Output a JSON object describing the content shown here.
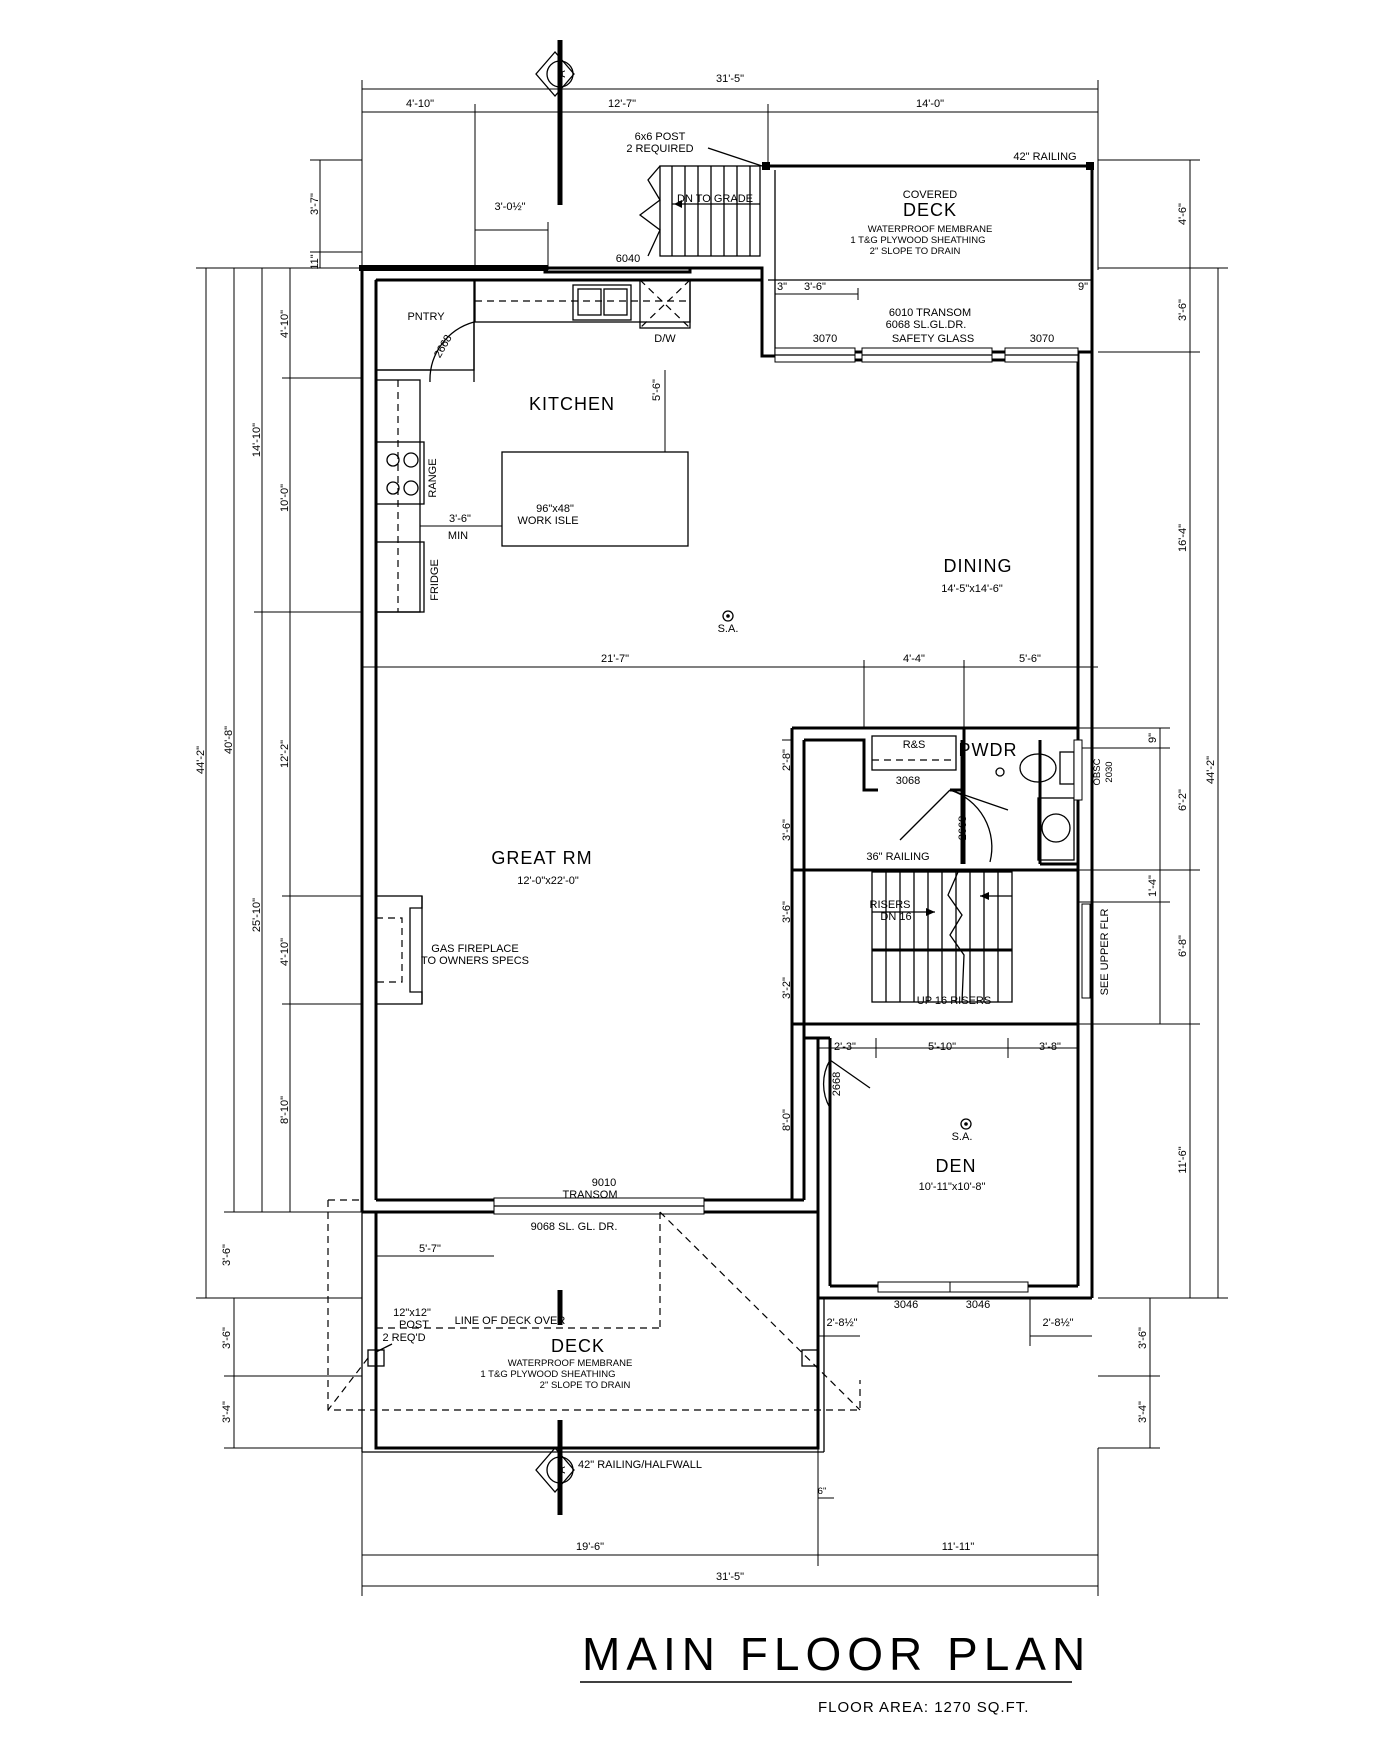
{
  "title": "MAIN FLOOR PLAN",
  "floor_area": "FLOOR AREA:  1270  SQ.FT.",
  "section_marker": "A",
  "rooms": {
    "kitchen": "KITCHEN",
    "pantry": "PNTRY",
    "dining": "DINING",
    "dining_size": "14'-5\"x14'-6\"",
    "great_rm": "GREAT RM",
    "great_rm_size": "12'-0\"x22'-0\"",
    "den": "DEN",
    "den_size": "10'-11\"x10'-8\"",
    "pwdr": "PWDR",
    "covered": "COVERED",
    "deck_top": "DECK",
    "deck_bottom": "DECK"
  },
  "notes": {
    "post_6x6": "6x6 POST",
    "post_6x6_req": "2 REQUIRED",
    "railing_42": "42\" RAILING",
    "dn_to_grade": "DN TO GRADE",
    "waterproof_top": "WATERPROOF MEMBRANE",
    "plywood_top": "1 T&G PLYWOOD SHEATHING",
    "slope_top": "2\" SLOPE TO DRAIN",
    "transom_6010": "6010 TRANSOM",
    "door_6068": "6068 SL.GL.DR.",
    "safety_glass": "SAFETY GLASS",
    "win_3070_a": "3070",
    "win_3070_b": "3070",
    "win_6040": "6040",
    "dw": "D/W",
    "door_2668_pantry": "2668",
    "range": "RANGE",
    "fridge": "FRIDGE",
    "isle_size": "96\"x48\"",
    "work_isle": "WORK ISLE",
    "isle_clear": "3'-6\"",
    "isle_min": "MIN",
    "sa_1": "S.A.",
    "sa_2": "S.A.",
    "rs": "R&S",
    "door_3068": "3068",
    "door_2668_pwdr": "2668",
    "obsc": "OBSC",
    "win_2030": "2030",
    "railing_36": "36\" RAILING",
    "risers_dn": "RISERS",
    "dn_16": "DN 16",
    "up_16": "UP 16 RISERS",
    "see_upper": "SEE UPPER FLR",
    "fireplace": "GAS FIREPLACE",
    "fireplace_2": "TO OWNERS SPECS",
    "transom_9010": "9010",
    "transom_label": "TRANSOM",
    "door_9068": "9068 SL. GL. DR.",
    "door_2668_den": "2668",
    "win_3046_a": "3046",
    "win_3046_b": "3046",
    "post_12x12": "12\"x12\"",
    "post_label": "POST",
    "post_req": "2 REQ'D",
    "line_deck_over": "LINE OF DECK OVER",
    "waterproof_bot": "WATERPROOF MEMBRANE",
    "plywood_bot": "1 T&G PLYWOOD SHEATHING",
    "slope_bot": "2\" SLOPE TO DRAIN",
    "railing_halfwall": "42\" RAILING/HALFWALL"
  },
  "dims": {
    "top_overall": "31'-5\"",
    "top_a": "4'-10\"",
    "top_b": "12'-7\"",
    "top_c": "14'-0\"",
    "stair_off": "3'-0½\"",
    "left_a": "3'-7\"",
    "left_b": "11\"",
    "left_c": "4'-10\"",
    "left_d": "14'-10\"",
    "left_e": "10'-0\"",
    "left_f": "40'-8\"",
    "left_g": "44'-2\"",
    "left_h": "12'-2\"",
    "left_i": "25'-10\"",
    "left_j": "4'-10\"",
    "left_k": "8'-10\"",
    "left_l": "3'-6\"",
    "left_m": "3'-6\"",
    "left_n": "3'-4\"",
    "kit_5_6": "5'-6\"",
    "deck_3": "3\"",
    "deck_36": "3'-6\"",
    "deck_9": "9\"",
    "mid_21_7": "21'-7\"",
    "mid_4_4": "4'-4\"",
    "mid_5_6": "5'-6\"",
    "in_2_8": "2'-8\"",
    "in_3_6a": "3'-6\"",
    "in_3_6b": "3'-6\"",
    "in_3_2": "3'-2\"",
    "in_8_0": "8'-0\"",
    "den_2_3": "2'-3\"",
    "den_5_10": "5'-10\"",
    "den_3_8": "3'-8\"",
    "right_4_6": "4'-6\"",
    "right_3_6": "3'-6\"",
    "right_16_4": "16'-4\"",
    "right_9": "9\"",
    "right_6_2": "6'-2\"",
    "right_44_2": "44'-2\"",
    "right_1_4": "1'-4\"",
    "right_6_8": "6'-8\"",
    "right_11_6": "11'-6\"",
    "right_3_6b": "3'-6\"",
    "right_3_4": "3'-4\"",
    "deck_5_7": "5'-7\"",
    "deck_2_8a": "2'-8½\"",
    "deck_2_8b": "2'-8½\"",
    "deck_6": "6\"",
    "bot_19_6": "19'-6\"",
    "bot_11_11": "11'-11\"",
    "bot_overall": "31'-5\""
  }
}
